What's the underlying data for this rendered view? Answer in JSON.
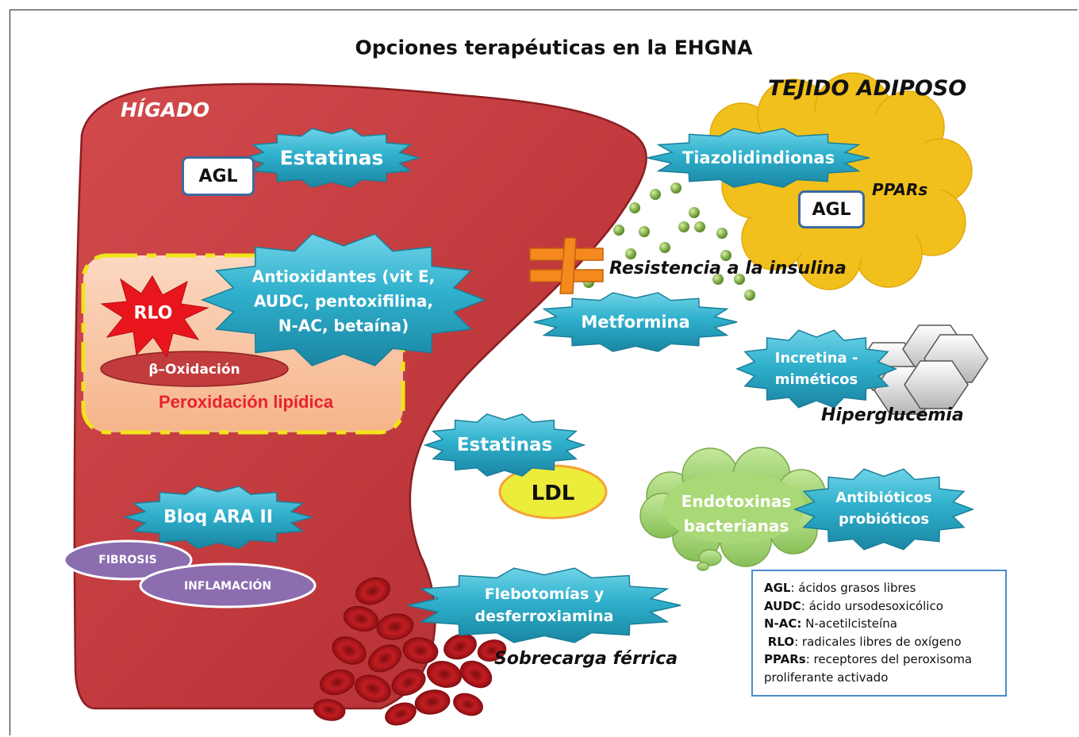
{
  "title": "Opciones terapéuticas en la EHGNA",
  "labels": {
    "higado": "HÍGADO",
    "tejido_adiposo": "TEJIDO ADIPOSO",
    "ppars": "PPARs",
    "resistencia": "Resistencia a la insulina",
    "hiperglucemia": "Hiperglucemia",
    "sobrecarga": "Sobrecarga férrica",
    "peroxidacion": "Peroxidación lipídica"
  },
  "nodes": {
    "estatinas_top": "Estatinas",
    "agl_liver": "AGL",
    "antioxidantes": [
      "Antioxidantes (vit E,",
      "AUDC, pentoxifilina,",
      "N-AC, betaína)"
    ],
    "rlo": "RLO",
    "beta_oxidacion": "β–Oxidación",
    "bloq_ara": "Bloq ARA II",
    "fibrosis": "FIBROSIS",
    "inflamacion": "INFLAMACIÓN",
    "tiazolidindionas": "Tiazolidindionas",
    "agl_adipose": "AGL",
    "metformina": "Metformina",
    "incretina": [
      "Incretina -",
      "miméticos"
    ],
    "estatinas_mid": "Estatinas",
    "ldl": "LDL",
    "endotoxinas": [
      "Endotoxinas",
      "bacterianas"
    ],
    "antibioticos": [
      "Antibióticos",
      "probióticos"
    ],
    "flebotomias": [
      "Flebotomías y",
      "desferroxiamina"
    ]
  },
  "legend": [
    {
      "abbr": "AGL",
      "text": ": ácidos grasos libres"
    },
    {
      "abbr": "AUDC",
      "text": ": ácido ursodesoxicólico"
    },
    {
      "abbr": "N-AC:",
      "text": " N-acetilcisteína"
    },
    {
      "abbr": "RLO",
      "text": ": radicales libres de oxígeno"
    },
    {
      "abbr": "PPARs",
      "text": ": receptores del peroxisoma"
    },
    {
      "abbr": "",
      "text": "proliferante activado"
    }
  ],
  "colors": {
    "liver": "#c0363a",
    "teal": "#27a3c0",
    "adipose": "#f2c01c",
    "cloud_green": "#9ccf6a",
    "ellipse_purple": "#8b6db0",
    "ldl_yellow": "#ecec3a",
    "blood": "#b3171b",
    "box_border": "#3d6a9e",
    "legend_border": "#4a8dca",
    "red_text": "#e8232a",
    "dash_yellow": "#f2e41a"
  }
}
